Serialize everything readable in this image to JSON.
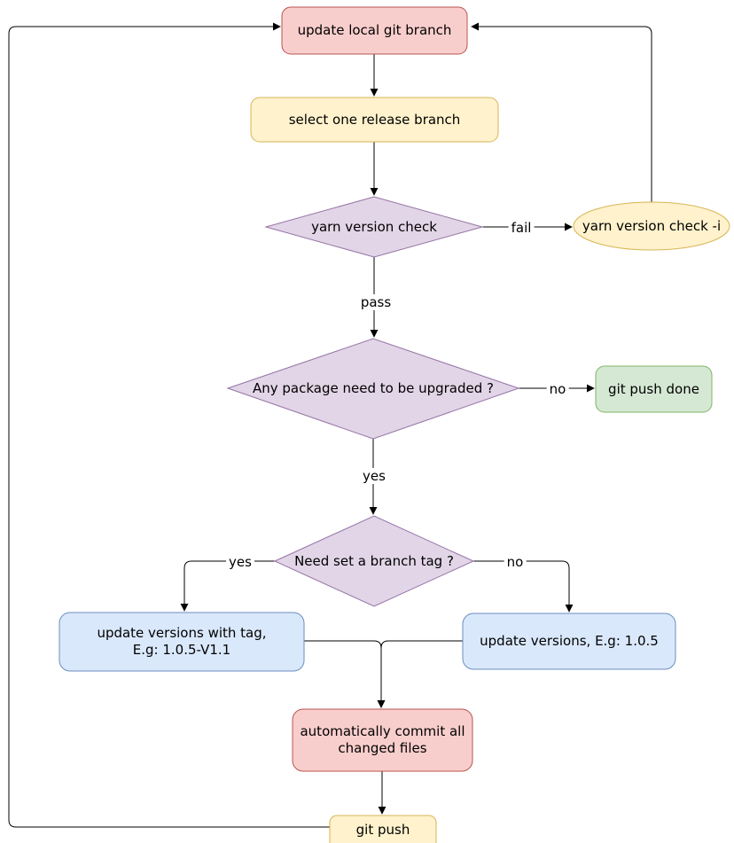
{
  "diagram": {
    "type": "flowchart",
    "background_color": "#ffffff",
    "connector_color": "#000000",
    "text_color": "#000000",
    "nodes": {
      "update_local_git_branch": {
        "shape": "rounded-rect",
        "label": "update local git branch",
        "fill": "#f8cecc",
        "stroke": "#b85450"
      },
      "select_one_release_branch": {
        "shape": "rounded-rect",
        "label": "select one release branch",
        "fill": "#fff2cc",
        "stroke": "#d6b656"
      },
      "yarn_version_check": {
        "shape": "diamond",
        "label": "yarn version check",
        "fill": "#e1d5e7",
        "stroke": "#9673a6"
      },
      "yarn_version_check_i": {
        "shape": "ellipse",
        "label": "yarn version check -i",
        "fill": "#fff2cc",
        "stroke": "#d6b656"
      },
      "any_package_need_upgrade": {
        "shape": "diamond",
        "label": "Any package need to be upgraded ?",
        "fill": "#e1d5e7",
        "stroke": "#9673a6"
      },
      "git_push_done": {
        "shape": "rounded-rect",
        "label": "git push done",
        "fill": "#d5e8d4",
        "stroke": "#82b366"
      },
      "need_set_branch_tag": {
        "shape": "diamond",
        "label": "Need set a branch tag ?",
        "fill": "#e1d5e7",
        "stroke": "#9673a6"
      },
      "update_versions_with_tag": {
        "shape": "rounded-rect",
        "label": "update versions with tag,\nE.g: 1.0.5-V1.1",
        "fill": "#dae8fc",
        "stroke": "#6c8ebf"
      },
      "update_versions": {
        "shape": "rounded-rect",
        "label": "update versions, E.g: 1.0.5",
        "fill": "#dae8fc",
        "stroke": "#6c8ebf"
      },
      "auto_commit_changed_files": {
        "shape": "rounded-rect",
        "label": "automatically commit all\nchanged files",
        "fill": "#f8cecc",
        "stroke": "#b85450"
      },
      "git_push": {
        "shape": "rounded-rect",
        "label": "git push",
        "fill": "#fff2cc",
        "stroke": "#d6b656"
      }
    },
    "edges": {
      "start_to_select": {
        "from": "update_local_git_branch",
        "to": "select_one_release_branch",
        "label": ""
      },
      "select_to_check": {
        "from": "select_one_release_branch",
        "to": "yarn_version_check",
        "label": ""
      },
      "check_fail": {
        "from": "yarn_version_check",
        "to": "yarn_version_check_i",
        "label": "fail"
      },
      "check_i_loop": {
        "from": "yarn_version_check_i",
        "to": "update_local_git_branch",
        "label": ""
      },
      "check_pass": {
        "from": "yarn_version_check",
        "to": "any_package_need_upgrade",
        "label": "pass"
      },
      "upgrade_no": {
        "from": "any_package_need_upgrade",
        "to": "git_push_done",
        "label": "no"
      },
      "upgrade_yes": {
        "from": "any_package_need_upgrade",
        "to": "need_set_branch_tag",
        "label": "yes"
      },
      "tag_yes": {
        "from": "need_set_branch_tag",
        "to": "update_versions_with_tag",
        "label": "yes"
      },
      "tag_no": {
        "from": "need_set_branch_tag",
        "to": "update_versions",
        "label": "no"
      },
      "with_tag_to_commit": {
        "from": "update_versions_with_tag",
        "to": "auto_commit_changed_files",
        "label": ""
      },
      "versions_to_commit": {
        "from": "update_versions",
        "to": "auto_commit_changed_files",
        "label": ""
      },
      "commit_to_push": {
        "from": "auto_commit_changed_files",
        "to": "git_push",
        "label": ""
      },
      "push_loop": {
        "from": "git_push",
        "to": "update_local_git_branch",
        "label": ""
      }
    }
  }
}
